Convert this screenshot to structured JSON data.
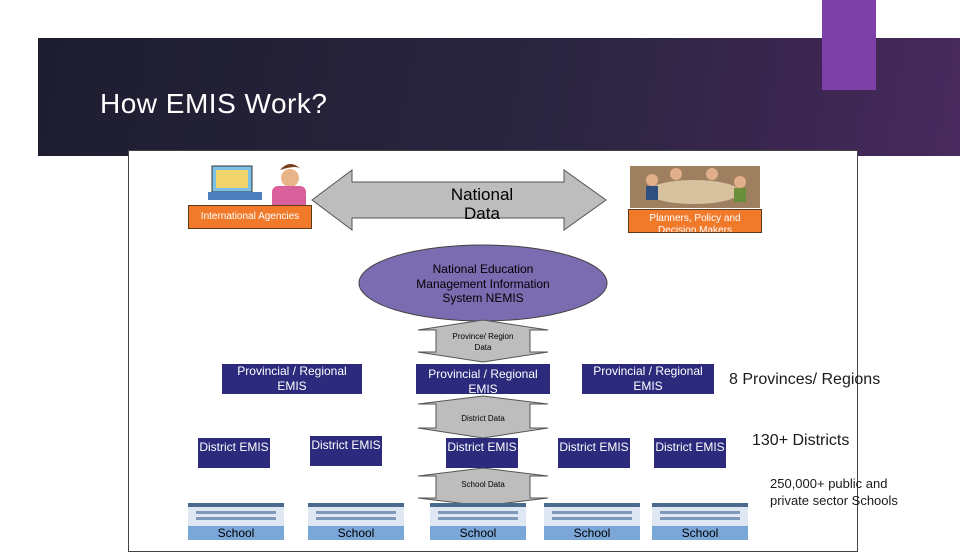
{
  "slide": {
    "title": "How EMIS Work?"
  },
  "top": {
    "international_agencies": "International Agencies",
    "national_data": "National Data",
    "planners": "Planners, Policy and Decision Makers"
  },
  "nemis": {
    "label": "National Education Management Information System NEMIS",
    "province_data": "Province/ Region Data",
    "district_data": "District Data",
    "school_data": "School Data"
  },
  "provincial": [
    "Provincial / Regional EMIS",
    "Provincial / Regional EMIS",
    "Provincial / Regional EMIS"
  ],
  "district": [
    "District EMIS",
    "District EMIS",
    "District EMIS",
    "District EMIS",
    "District EMIS"
  ],
  "schools": [
    "School",
    "School",
    "School",
    "School",
    "School"
  ],
  "side_notes": {
    "provinces": "8 Provinces/ Regions",
    "districts": "130+ Districts",
    "schools": "250,000+ public and private sector Schools"
  },
  "colors": {
    "navy": "#2b2a7d",
    "orange": "#f07a2a",
    "ellipse": "#7b6bb0",
    "arrow_grey": "#bdbdbd",
    "banner": "#1e1d2f"
  }
}
